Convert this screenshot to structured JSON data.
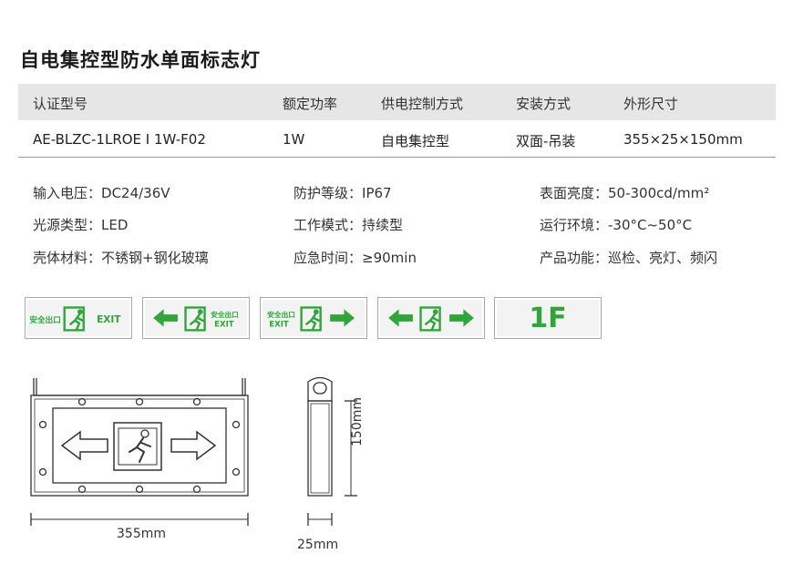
{
  "title": "自电集控型防水单面标志灯",
  "spec_table": {
    "headers": [
      "认证型号",
      "额定功率",
      "供电控制方式",
      "安装方式",
      "外形尺寸"
    ],
    "values": [
      "AE-BLZC-1LROE I 1W-F02",
      "1W",
      "自电集控型",
      "双面-吊装",
      "355×25×150mm"
    ]
  },
  "properties": [
    {
      "label": "输入电压：",
      "value": "DC24/36V"
    },
    {
      "label": "防护等级：",
      "value": "IP67"
    },
    {
      "label": "表面亮度：",
      "value": "50-300cd/mm²"
    },
    {
      "label": "光源类型：",
      "value": "LED"
    },
    {
      "label": "工作模式：",
      "value": "持续型"
    },
    {
      "label": "运行环境：",
      "value": "-30°C~50°C"
    },
    {
      "label": "壳体材料：",
      "value": "不锈钢+钢化玻璃"
    },
    {
      "label": "应急时间：",
      "value": "≥90min"
    },
    {
      "label": "产品功能：",
      "value": "巡检、亮灯、频闪"
    }
  ],
  "signs": {
    "exit_cn": "安全出口",
    "exit_en": "EXIT",
    "floor": "1F"
  },
  "colors": {
    "sign_green": "#2fa53a",
    "header_bg": "#e6e6e6"
  },
  "dimensions": {
    "width": "355mm",
    "depth": "25mm",
    "height": "150mm"
  }
}
